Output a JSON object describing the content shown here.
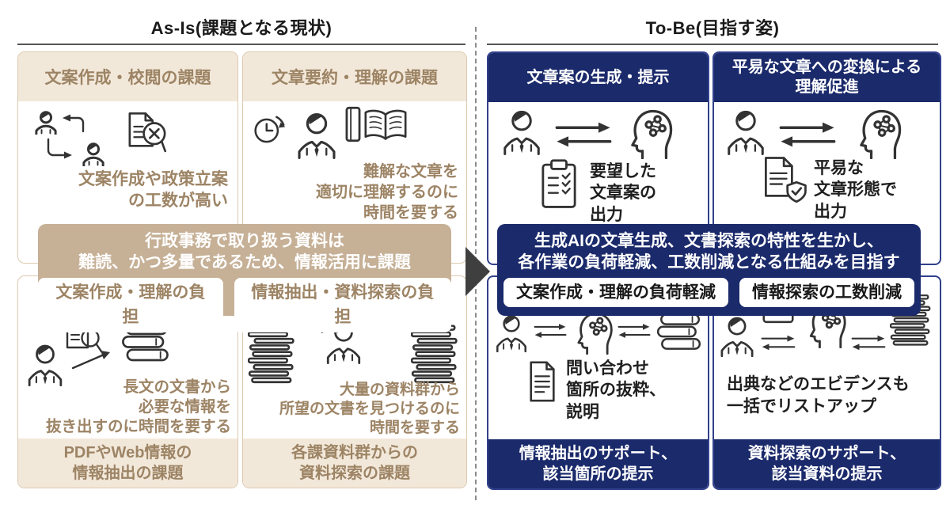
{
  "colors": {
    "navy": "#1b2a6b",
    "navy_border": "#31418c",
    "beige_header": "#f2e8da",
    "tan_banner": "#c6b096",
    "brown_text": "#9d8465",
    "tan_border": "#dcc9ae",
    "arrow_gray": "#3f3f3f",
    "icon_stroke": "#333333"
  },
  "asis": {
    "title": "As-Is(課題となる現状)",
    "top_boxes": [
      {
        "header": "文案作成・校閲の課題",
        "lines": [
          "文案作成や政策立案",
          "の工数が高い"
        ],
        "icons": [
          "review-cycle-icon",
          "document-error-magnifier-icon"
        ]
      },
      {
        "header": "文章要約・理解の課題",
        "lines": [
          "難解な文章を",
          "適切に理解するのに",
          "時間を要する"
        ],
        "icons": [
          "clock-deadline-icon",
          "businessperson-icon",
          "closed-book-icon",
          "open-book-icon"
        ]
      }
    ],
    "banner": {
      "lines": [
        "行政事務で取り扱う資料は",
        "難読、かつ多量であるため、情報活用に課題"
      ],
      "pills": [
        "文案作成・理解の負担",
        "情報抽出・資料探索の負担"
      ]
    },
    "bottom_boxes": [
      {
        "lines": [
          "長文の文書から",
          "必要な情報を",
          "抜き出すのに時間を要する"
        ],
        "footer": [
          "PDFやWeb情報の",
          "情報抽出の課題"
        ],
        "icons": [
          "businessperson-icon",
          "document-magnifier-icon",
          "arrow-icon",
          "book-stack-icon"
        ]
      },
      {
        "lines": [
          "大量の資料群から",
          "所望の文書を見つけるのに",
          "時間を要する"
        ],
        "footer": [
          "各課資料群からの",
          "資料探索の課題"
        ],
        "icons": [
          "paper-pile-icon",
          "stressed-person-icon",
          "paper-pile-icon"
        ]
      }
    ]
  },
  "tobe": {
    "title": "To-Be(目指す姿)",
    "top_boxes": [
      {
        "header_lines": [
          "文章案の生成・提示"
        ],
        "lines": [
          "要望した",
          "文章案の",
          "出力"
        ],
        "icons": [
          "businessperson-icon",
          "exchange-arrows-icon",
          "ai-head-icon",
          "checklist-clipboard-icon"
        ]
      },
      {
        "header_lines": [
          "平易な文章への変換による",
          "理解促進"
        ],
        "lines": [
          "平易な",
          "文章形態で",
          "出力"
        ],
        "icons": [
          "businessperson-icon",
          "exchange-arrows-icon",
          "ai-head-icon",
          "document-shield-check-icon"
        ]
      }
    ],
    "banner": {
      "lines": [
        "生成AIの文章生成、文書探索の特性を生かし、",
        "各作業の負荷軽減、工数削減となる仕組みを目指す"
      ],
      "pills": [
        "文案作成・理解の負荷軽減",
        "情報探索の工数削減"
      ]
    },
    "bottom_boxes": [
      {
        "lines": [
          "問い合わせ",
          "箇所の抜粋、",
          "説明"
        ],
        "footer": [
          "情報抽出のサポート、",
          "該当箇所の提示"
        ],
        "icons": [
          "businessperson-icon",
          "exchange-arrows-icon",
          "ai-head-icon",
          "exchange-arrows-icon",
          "book-stack-icon",
          "document-icon"
        ]
      },
      {
        "lines": [
          "出典などのエビデンスも",
          "一括でリストアップ"
        ],
        "footer": [
          "資料探索のサポート、",
          "該当資料の提示"
        ],
        "icons": [
          "businessperson-icon",
          "checklist-clipboard-icon",
          "exchange-arrows-icon",
          "ai-head-icon",
          "exchange-arrows-icon",
          "paper-pile-icon"
        ]
      }
    ]
  }
}
